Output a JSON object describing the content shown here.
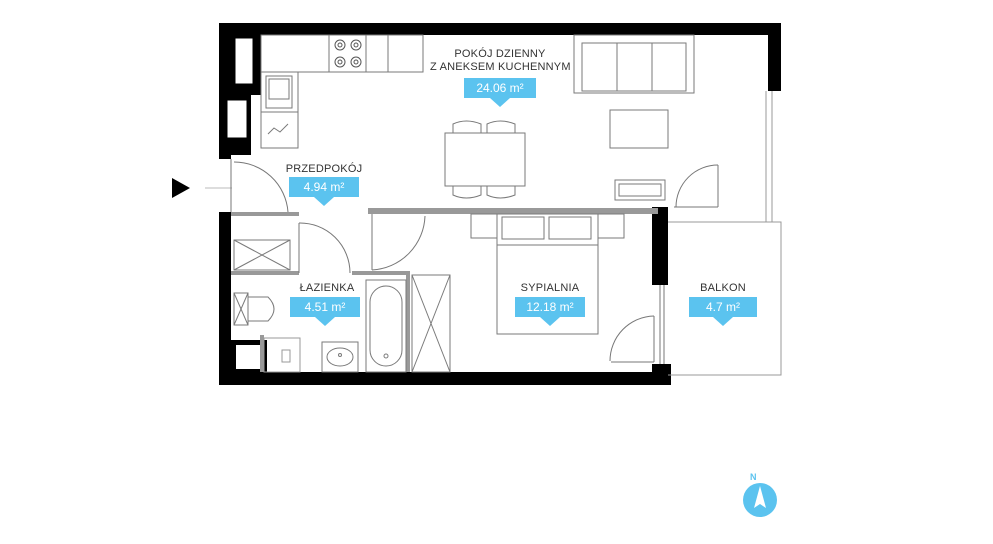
{
  "rooms": {
    "living": {
      "name_line1": "POKÓJ DZIENNY",
      "name_line2": "Z ANEKSEM KUCHENNYM",
      "area": "24.06 m²"
    },
    "hall": {
      "name": "PRZEDPOKÓJ",
      "area": "4.94 m²"
    },
    "bathroom": {
      "name": "ŁAZIENKA",
      "area": "4.51 m²"
    },
    "bedroom": {
      "name": "SYPIALNIA",
      "area": "12.18 m²"
    },
    "balcony": {
      "name": "BALKON",
      "area": "4.7 m²"
    }
  },
  "compass": {
    "label": "N"
  },
  "colors": {
    "accent": "#5bc3ef",
    "wall": "#000000",
    "furniture": "#7a7a7a",
    "partition": "#999999"
  },
  "icons": {
    "entrance": "entrance-arrow-icon",
    "compass": "compass-icon"
  }
}
